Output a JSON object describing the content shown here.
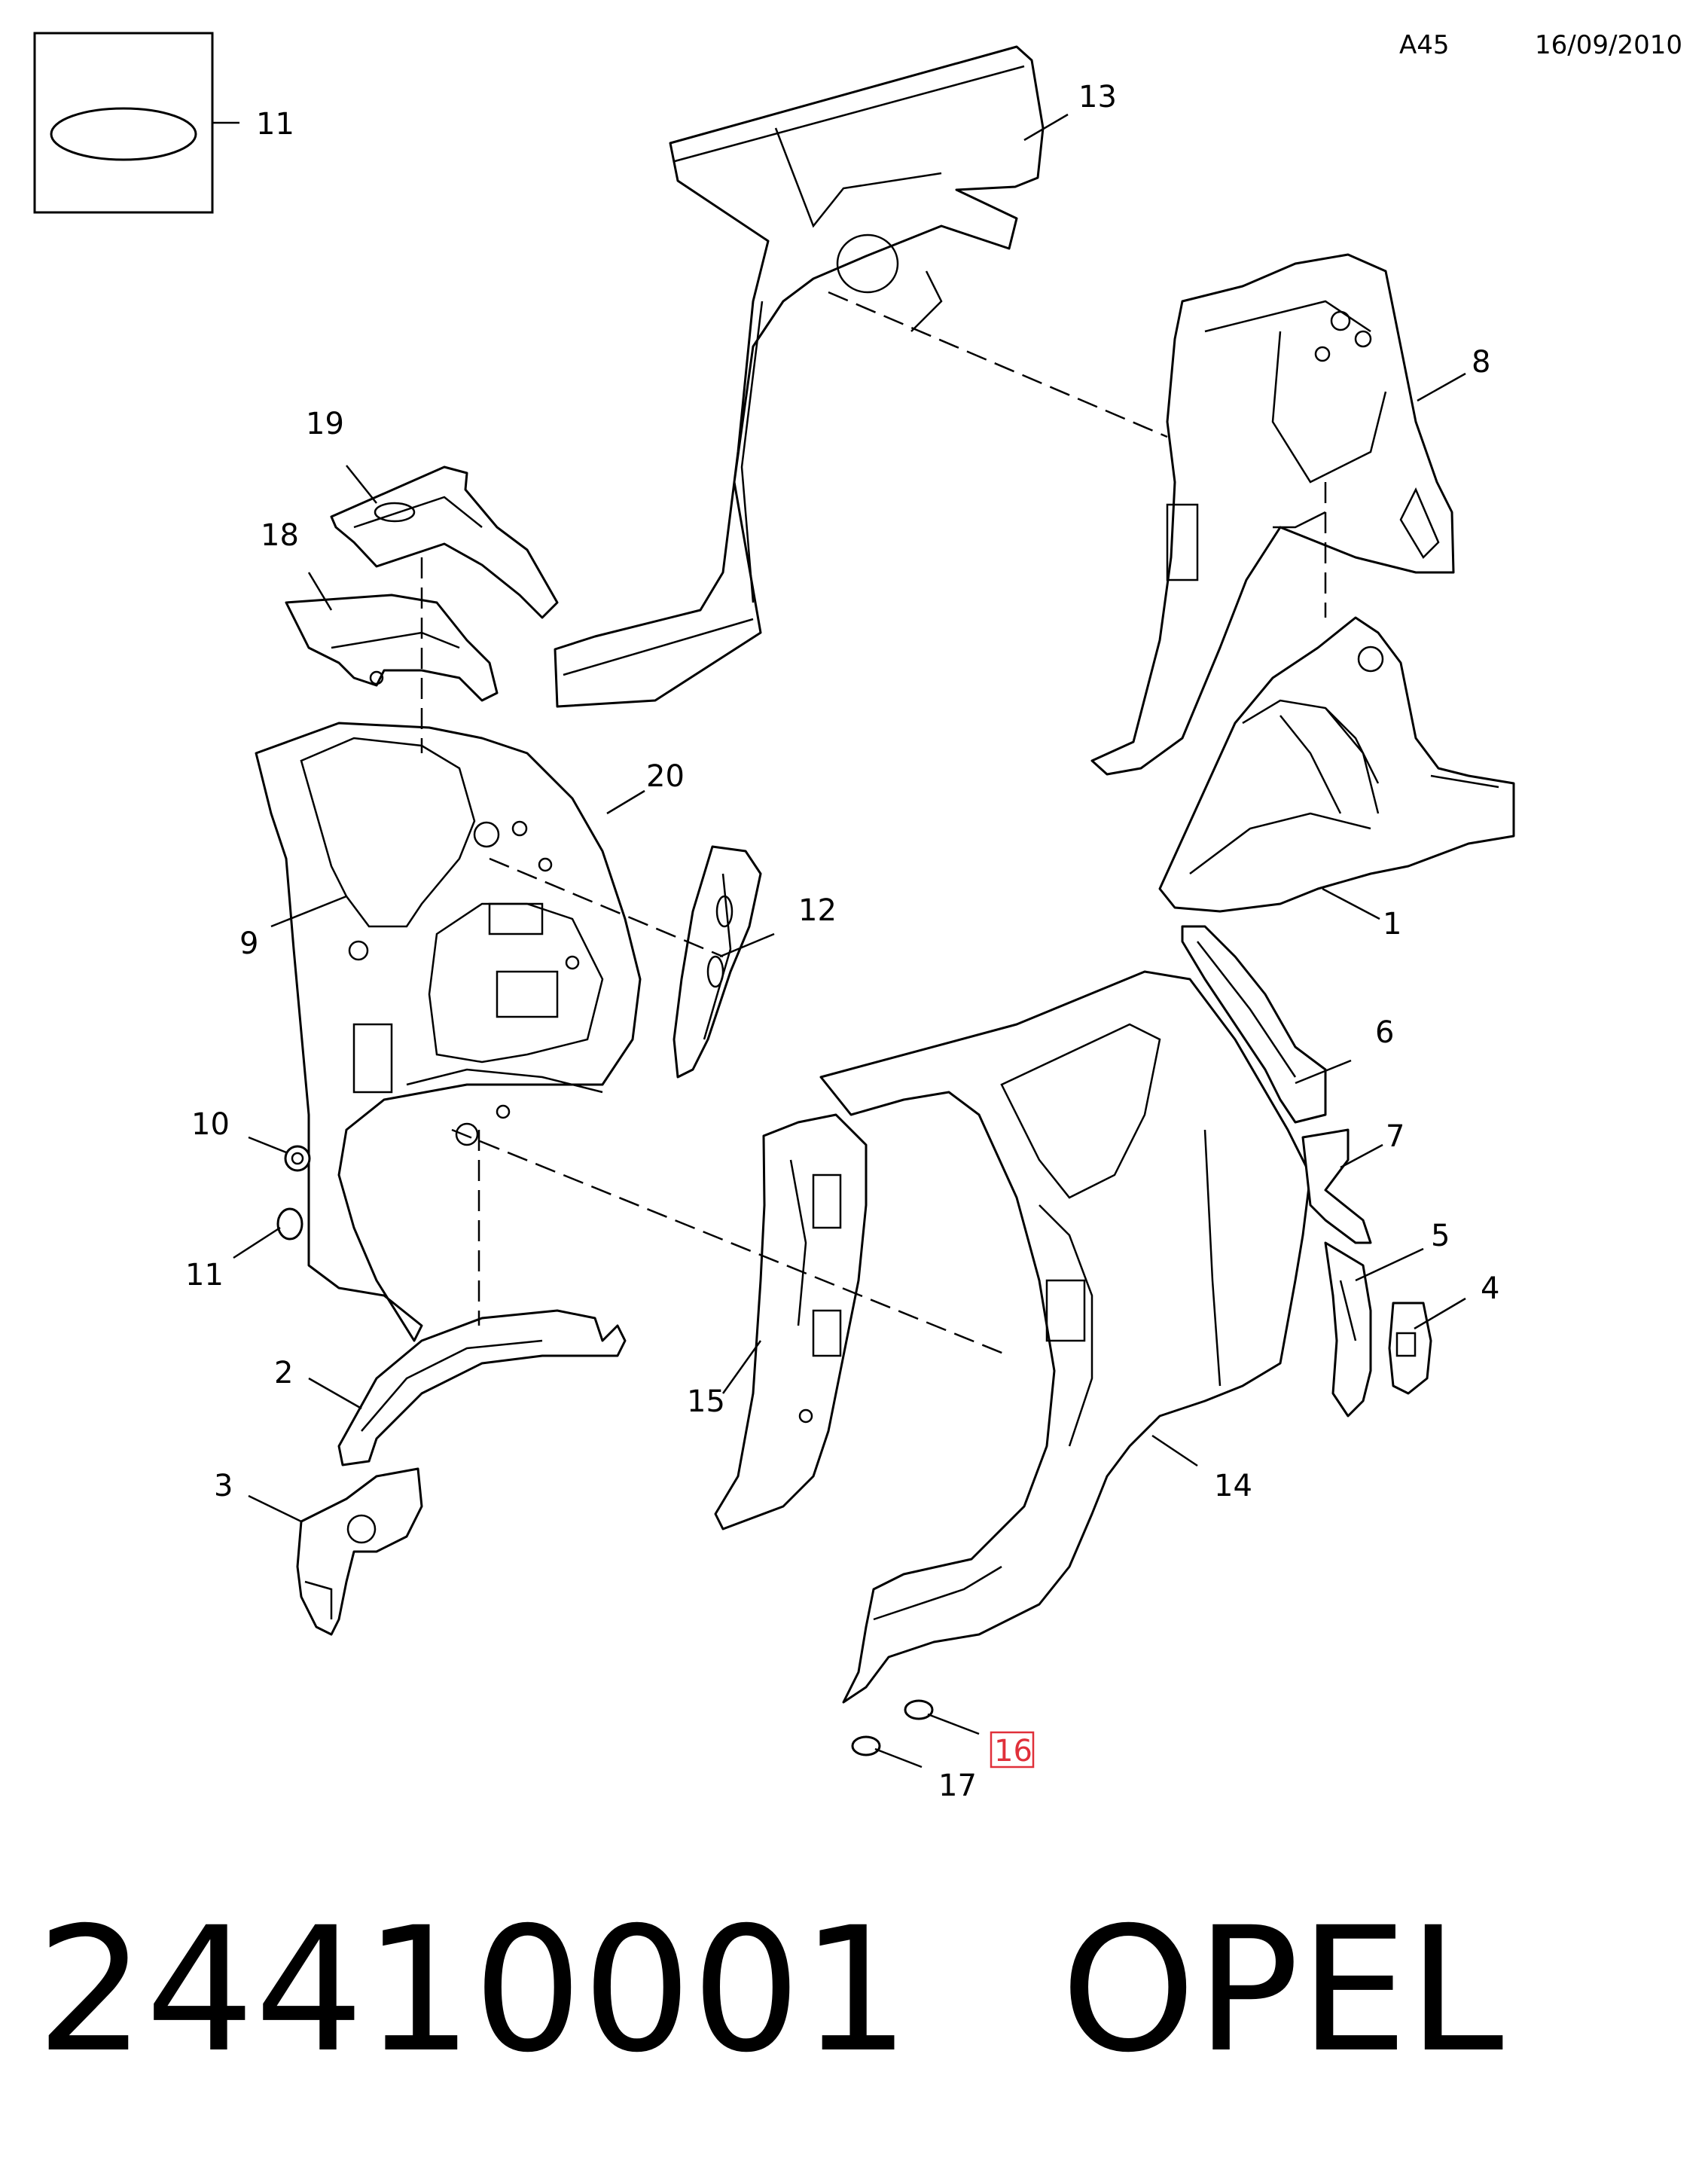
{
  "header": {
    "page_code": "A45",
    "date": "16/09/2010"
  },
  "callouts": {
    "c1": "1",
    "c2": "2",
    "c3": "3",
    "c4": "4",
    "c5": "5",
    "c6": "6",
    "c7": "7",
    "c8": "8",
    "c9": "9",
    "c10": "10",
    "c11_inset": "11",
    "c11": "11",
    "c12": "12",
    "c13": "13",
    "c14": "14",
    "c15": "15",
    "c16": "16",
    "c17": "17",
    "c18": "18",
    "c19": "19",
    "c20": "20"
  },
  "highlight": {
    "color": "#e0303a"
  },
  "footer": {
    "part_number": "24410001",
    "brand": "OPEL"
  }
}
